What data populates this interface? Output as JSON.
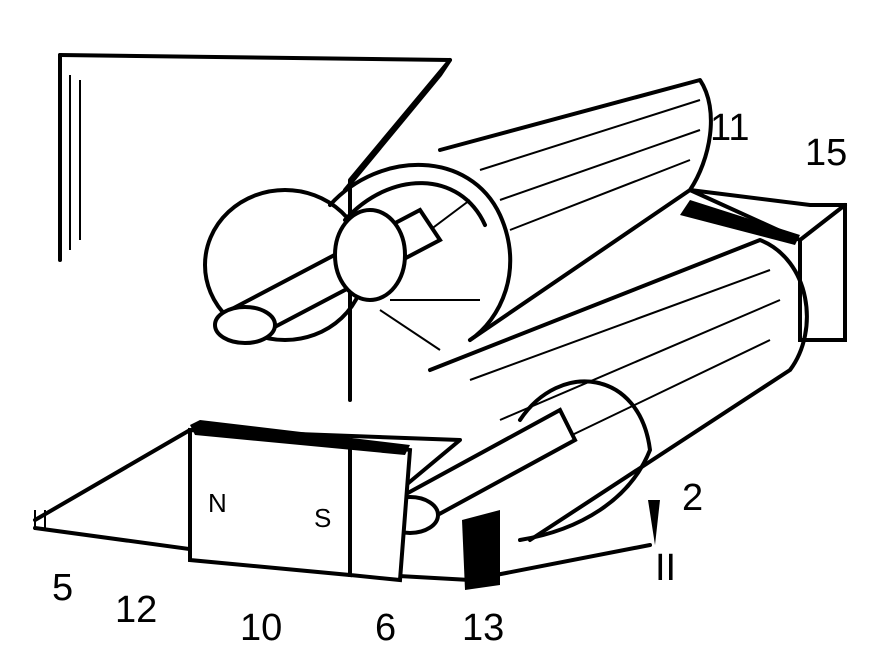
{
  "figure": {
    "labels": {
      "l11": "11",
      "l15": "15",
      "l2": "2",
      "lII": "II",
      "l5": "5",
      "l12": "12",
      "l10": "10",
      "l6": "6",
      "l13": "13"
    },
    "magnet": {
      "north": "N",
      "south": "S"
    }
  }
}
